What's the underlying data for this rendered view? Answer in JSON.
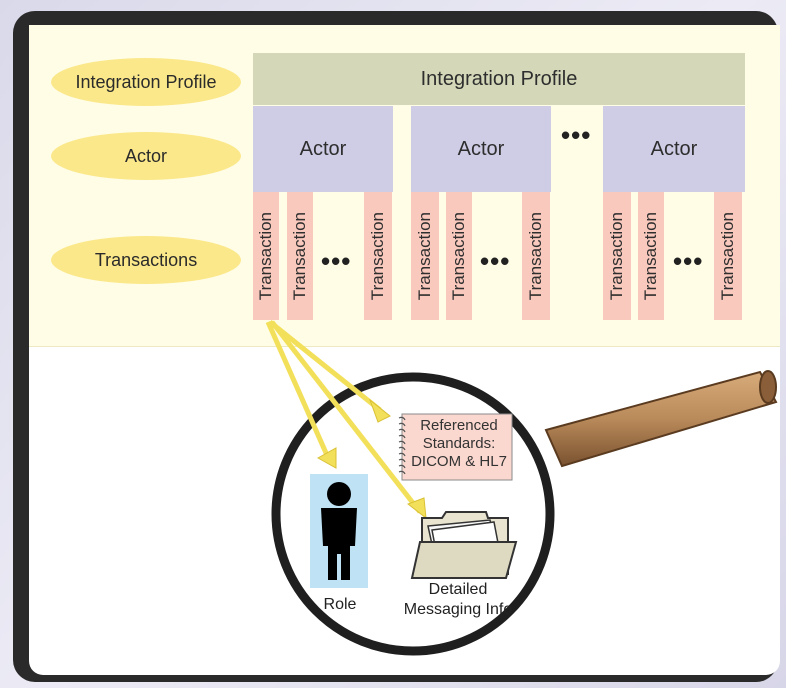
{
  "legend": {
    "integration_profile": "Integration Profile",
    "actor": "Actor",
    "transactions": "Transactions"
  },
  "diagram": {
    "profile_title": "Integration Profile",
    "actors": [
      "Actor",
      "Actor",
      "Actor"
    ],
    "transaction_label": "Transaction",
    "ellipsis": "•••"
  },
  "magnifier": {
    "standards_line1": "Referenced",
    "standards_line2": "Standards:",
    "standards_line3": "DICOM & HL7",
    "role_label": "Role",
    "messaging_line1": "Detailed",
    "messaging_line2": "Messaging Info"
  },
  "colors": {
    "legend_ellipse": "#fbe88a",
    "profile_bar": "#d4d8b9",
    "actor_box": "#cfcde6",
    "transaction": "#f9c9bd",
    "arrow": "#f3e05a",
    "role_bg": "#bfe3f5",
    "handle": "#b98a5a"
  },
  "icons": [
    "person-icon",
    "folder-icon",
    "notepad-icon",
    "magnifying-glass-icon",
    "arrow-icon"
  ]
}
